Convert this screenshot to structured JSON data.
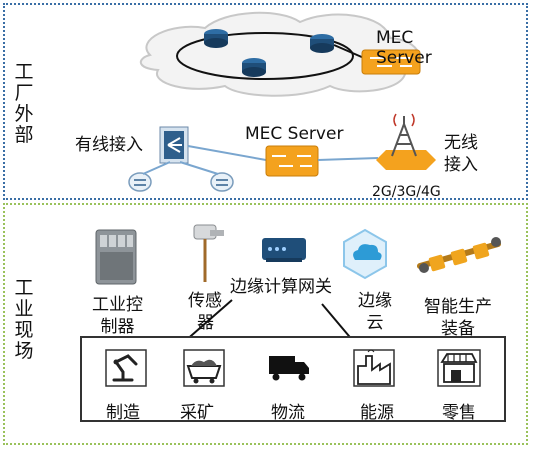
{
  "regions": {
    "outside": {
      "label": "工厂外部"
    },
    "field": {
      "label": "工业现场"
    }
  },
  "cloud": {
    "server_label_line1": "MEC",
    "server_label_line2": "Server"
  },
  "access": {
    "wired": "有线接入",
    "mec_server": "MEC Server",
    "wireless_line1": "无线",
    "wireless_line2": "接入",
    "wireless_tech": "2G/3G/4G"
  },
  "devices": {
    "controller_line1": "工业控",
    "controller_line2": "制器",
    "sensor_line1": "传感",
    "sensor_line2": "器",
    "gateway": "边缘计算网关",
    "edge_cloud_line1": "边缘",
    "edge_cloud_line2": "云",
    "equipment_line1": "智能生产",
    "equipment_line2": "装备"
  },
  "industries": [
    {
      "label": "制造",
      "icon": "robot-arm-icon"
    },
    {
      "label": "采矿",
      "icon": "mine-cart-icon"
    },
    {
      "label": "物流",
      "icon": "truck-icon"
    },
    {
      "label": "能源",
      "icon": "factory-icon"
    },
    {
      "label": "零售",
      "icon": "store-icon"
    }
  ],
  "colors": {
    "outside_border": "#3a6ea5",
    "field_border": "#9ac25b",
    "server_orange": "#f4a21e",
    "router_blue": "#1f4e79"
  }
}
